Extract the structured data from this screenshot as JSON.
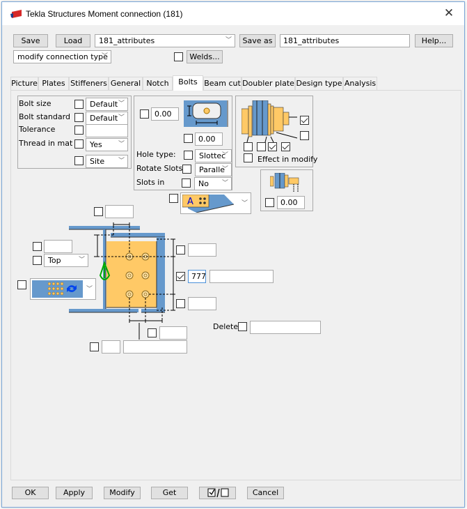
{
  "window": {
    "title": "Tekla Structures  Moment connection (181)",
    "close_icon": "close-x-icon"
  },
  "toolbar": {
    "save_label": "Save",
    "load_label": "Load",
    "load_attributes_value": "181_attributes",
    "save_as_label": "Save as",
    "save_as_value": "181_attributes",
    "help_label": "Help...",
    "mode_select_value": "modify connection type",
    "welds_label": "Welds...",
    "welds_checked": false
  },
  "tabs": [
    {
      "label": "Picture",
      "active": false
    },
    {
      "label": "Plates",
      "active": false
    },
    {
      "label": "Stiffeners",
      "active": false
    },
    {
      "label": "General",
      "active": false
    },
    {
      "label": "Notch",
      "active": false
    },
    {
      "label": "Bolts",
      "active": true
    },
    {
      "label": "Beam cut",
      "active": false
    },
    {
      "label": "Doubler plate",
      "active": false
    },
    {
      "label": "Design type",
      "active": false
    },
    {
      "label": "Analysis",
      "active": false
    }
  ],
  "bolt_props": {
    "bolt_size_label": "Bolt size",
    "bolt_size_value": "Default",
    "bolt_standard_label": "Bolt standard",
    "bolt_standard_value": "Default",
    "tolerance_label": "Tolerance",
    "tolerance_value": "",
    "thread_in_mat_label": "Thread in mat",
    "thread_in_mat_value": "Yes",
    "site_value": "Site"
  },
  "slot": {
    "slot_x_value": "0.00",
    "slot_y_value": "0.00",
    "hole_type_label": "Hole type:",
    "hole_type_value": "Slottec",
    "rotate_slots_label": "Rotate Slots:",
    "rotate_slots_value": "Paralle",
    "slots_in_label": "Slots in",
    "slots_in_value": "No"
  },
  "bolt_assembly": {
    "washer_checks": [
      false,
      false,
      true,
      true
    ],
    "nut_check": true,
    "second_nut_check": false,
    "effect_in_modify_label": "Effect in modify",
    "effect_in_modify_checked": false
  },
  "bolt_length": {
    "extra_length_value": "0.00"
  },
  "layout": {
    "top_edge_value": "",
    "left_offset_value": "",
    "ref_position_value": "Top",
    "right_top_value": "",
    "bolt_count_checked": true,
    "bolt_count_value": "777",
    "bolt_spacing_value": "",
    "right_bottom_value": "",
    "bottom_small_value": "",
    "bottom_left_value": "",
    "bottom_long_value": "",
    "delete_label": "Delete",
    "delete_value": ""
  },
  "bottom": {
    "ok_label": "OK",
    "apply_label": "Apply",
    "modify_label": "Modify",
    "get_label": "Get",
    "cancel_label": "Cancel"
  },
  "colors": {
    "plate": "#ffc966",
    "steel": "#6699cc",
    "accent_border": "#7aa7d9"
  }
}
